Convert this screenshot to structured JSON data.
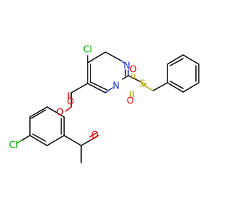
{
  "molecule": {
    "atoms": {
      "cl_top": "Cl",
      "n_top": "N",
      "n_bottom": "N",
      "o_carbonyl": "O",
      "o_ester": "O",
      "s": "S",
      "o_sulfonyl_top": "O",
      "o_sulfonyl_bottom": "O",
      "o_acetyl": "O",
      "cl_bottom": "Cl"
    },
    "colors": {
      "carbon": "#000000",
      "oxygen": "#e60000",
      "nitrogen": "#1f38d0",
      "chlorine": "#00aa00",
      "sulfur": "#b5a300"
    }
  }
}
